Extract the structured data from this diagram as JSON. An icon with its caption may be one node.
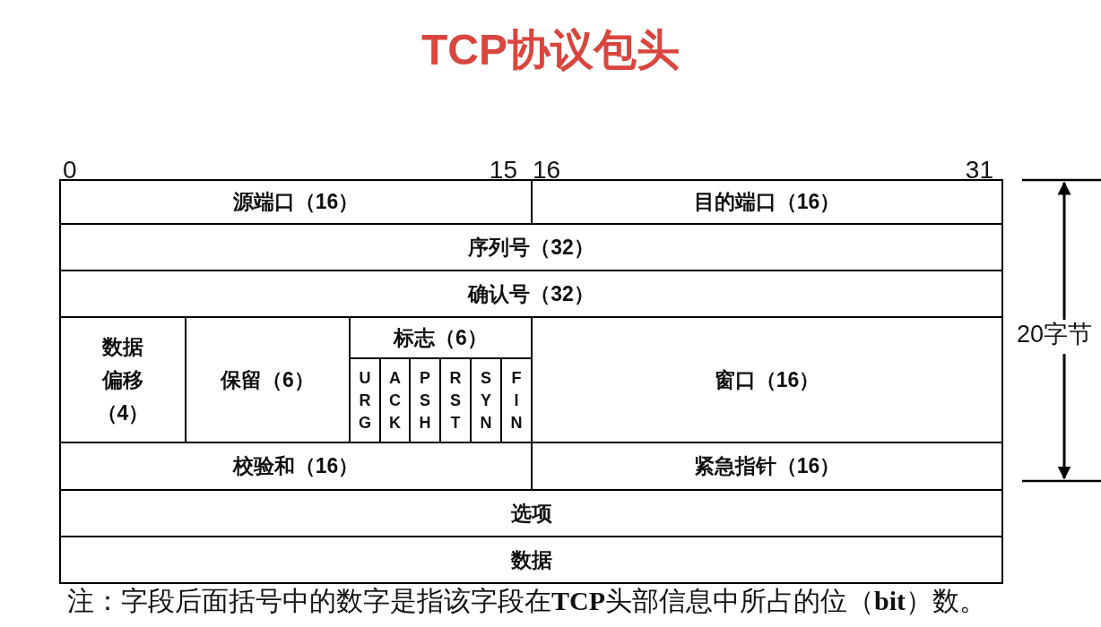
{
  "diagram": {
    "title": "TCP协议包头",
    "caption": "注：字段后面括号中的数字是指该字段在**TCP**头部信息中所占的位（**bit**）数。",
    "nodes": [
      {
        "text": [
          "源端口（16）"
        ]
      },
      {
        "text": [
          "目的端口（16）"
        ]
      },
      {
        "text": [
          "序列号（32）"
        ]
      },
      {
        "text": [
          "确认号（32）"
        ]
      },
      {
        "text": [
          "数据偏移（4）"
        ]
      },
      {
        "text": [
          "保留（6）"
        ]
      },
      {
        "text": [
          "标志（6）"
        ]
      },
      {
        "text": [
          "URG"
        ],
        "in": 6
      },
      {
        "text": [
          "ACK"
        ],
        "in": 6
      },
      {
        "text": [
          "PSH"
        ],
        "in": 6
      },
      {
        "text": [
          "RST"
        ],
        "in": 6
      },
      {
        "text": [
          "SYN"
        ],
        "in": 6
      },
      {
        "text": [
          "FIN"
        ],
        "in": 6
      },
      {
        "text": [
          "窗口（16）"
        ]
      },
      {
        "text": [
          "校验和（16）"
        ]
      },
      {
        "text": [
          "紧急指针（16）"
        ]
      },
      {
        "text": [
          "选项"
        ]
      },
      {
        "text": [
          "数据"
        ]
      }
    ],
    "labels": [
      "0",
      "15",
      "16",
      "31",
      "20字节"
    ]
  }
}
